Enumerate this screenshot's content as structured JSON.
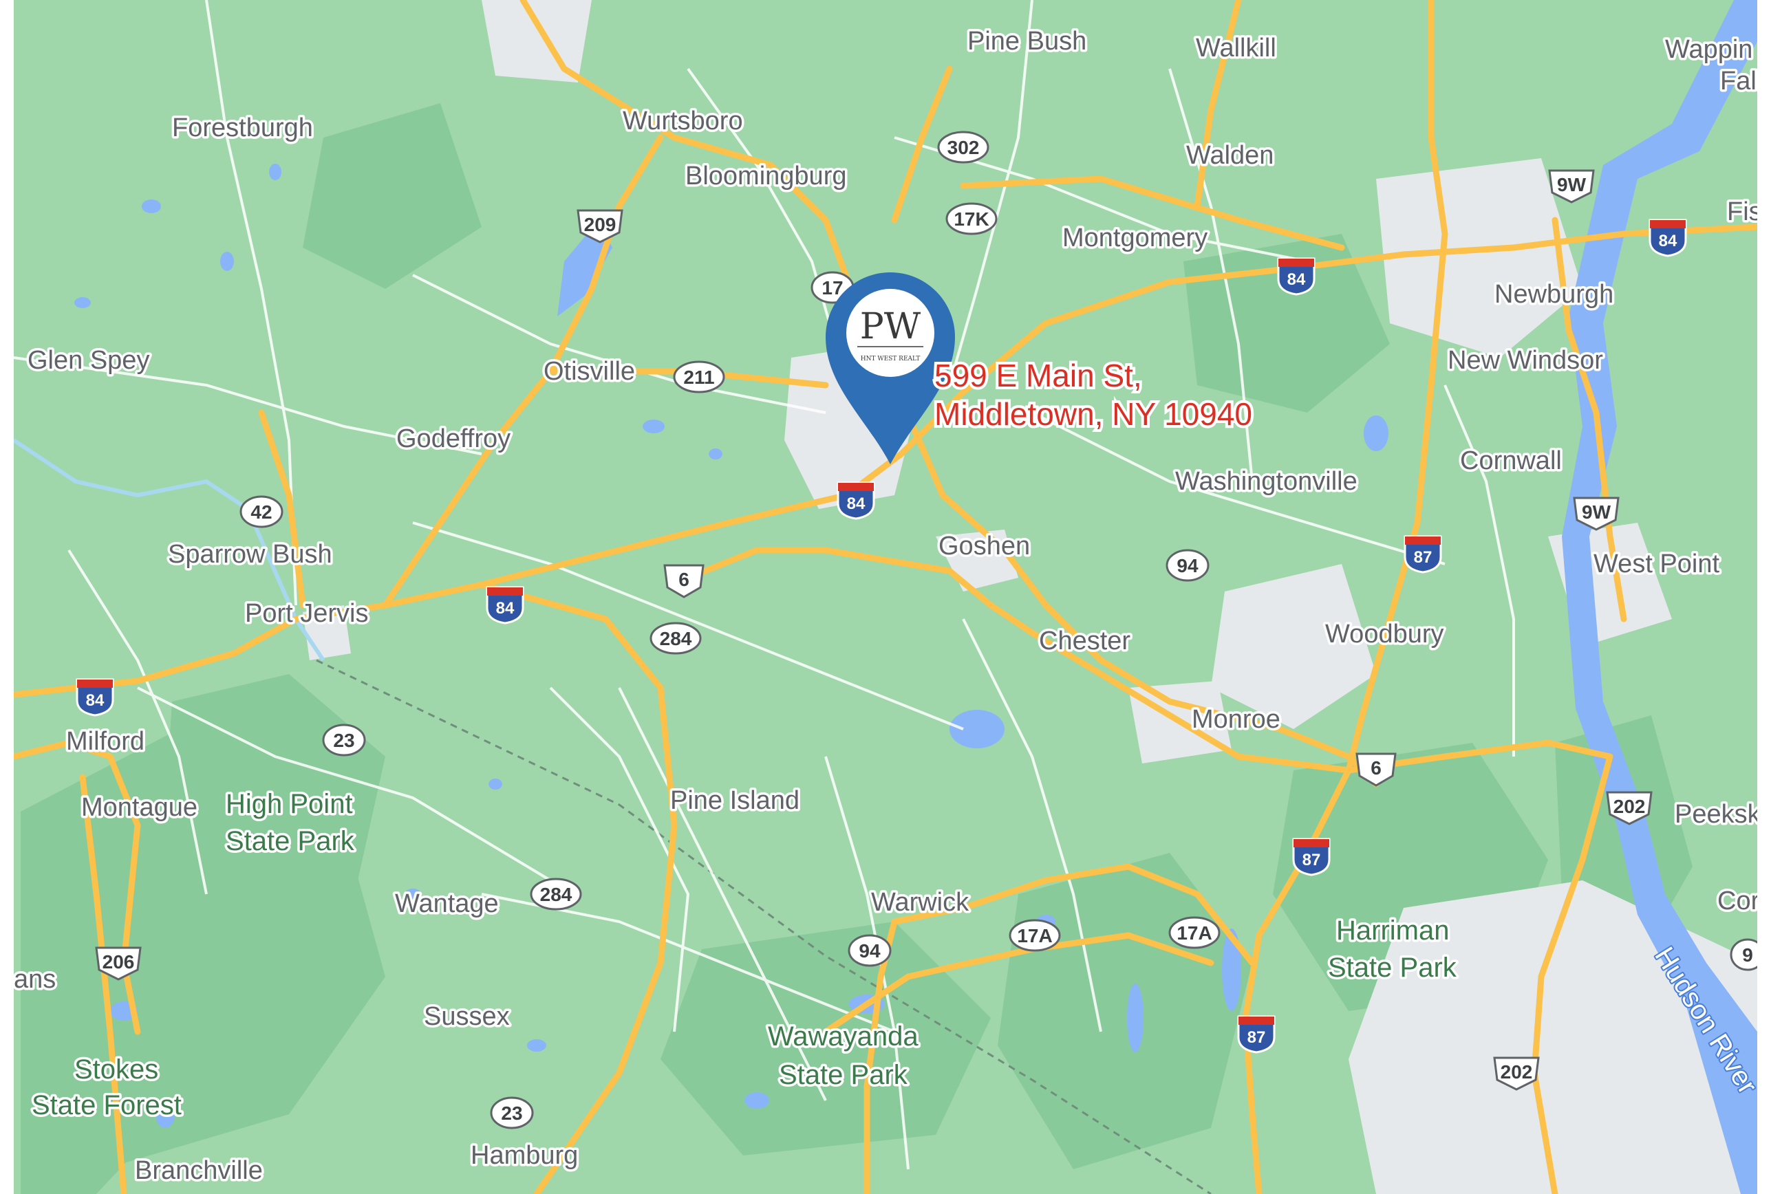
{
  "colors": {
    "land": "#9fd7ab",
    "forest": "#7cc38e",
    "urban": "#e6e9ec",
    "water": "#8ab4f8",
    "highway": "#fbc14a",
    "road": "#ffffff",
    "pin": "#2f6fb6",
    "address": "#d93025"
  },
  "places": [
    {
      "name": "Pine Bush",
      "type": "town"
    },
    {
      "name": "Wallkill",
      "type": "town"
    },
    {
      "name": "Wappin",
      "type": "town"
    },
    {
      "name": "Fall",
      "type": "town"
    },
    {
      "name": "Forestburgh",
      "type": "town"
    },
    {
      "name": "Wurtsboro",
      "type": "town"
    },
    {
      "name": "Bloomingburg",
      "type": "town"
    },
    {
      "name": "Walden",
      "type": "town"
    },
    {
      "name": "Montgomery",
      "type": "town"
    },
    {
      "name": "Fis",
      "type": "town"
    },
    {
      "name": "Newburgh",
      "type": "town"
    },
    {
      "name": "Glen Spey",
      "type": "town"
    },
    {
      "name": "Otisville",
      "type": "town"
    },
    {
      "name": "New Windsor",
      "type": "town"
    },
    {
      "name": "Godeffroy",
      "type": "town"
    },
    {
      "name": "Washingtonville",
      "type": "town"
    },
    {
      "name": "Cornwall",
      "type": "town"
    },
    {
      "name": "Sparrow Bush",
      "type": "town"
    },
    {
      "name": "Goshen",
      "type": "town"
    },
    {
      "name": "West Point",
      "type": "town"
    },
    {
      "name": "Port Jervis",
      "type": "town"
    },
    {
      "name": "Woodbury",
      "type": "town"
    },
    {
      "name": "Chester",
      "type": "town"
    },
    {
      "name": "Monroe",
      "type": "town"
    },
    {
      "name": "Milford",
      "type": "town"
    },
    {
      "name": "Montague",
      "type": "town"
    },
    {
      "name": "High Point",
      "type": "park"
    },
    {
      "name": "State Park",
      "type": "park"
    },
    {
      "name": "Pine Island",
      "type": "town"
    },
    {
      "name": "Peeksk",
      "type": "town"
    },
    {
      "name": "Wantage",
      "type": "town"
    },
    {
      "name": "Warwick",
      "type": "town"
    },
    {
      "name": "Harriman",
      "type": "park"
    },
    {
      "name": "State Park",
      "type": "park"
    },
    {
      "name": "Cor",
      "type": "town"
    },
    {
      "name": "ans",
      "type": "town"
    },
    {
      "name": "Sussex",
      "type": "town"
    },
    {
      "name": "Wawayanda",
      "type": "park"
    },
    {
      "name": "State Park",
      "type": "park"
    },
    {
      "name": "Stokes",
      "type": "park"
    },
    {
      "name": "State Forest",
      "type": "park"
    },
    {
      "name": "Hamburg",
      "type": "town"
    },
    {
      "name": "Branchville",
      "type": "town"
    },
    {
      "name": "Hudson River",
      "type": "water"
    }
  ],
  "routes": [
    {
      "label": "302",
      "kind": "state"
    },
    {
      "label": "17K",
      "kind": "state"
    },
    {
      "label": "9W",
      "kind": "us"
    },
    {
      "label": "84",
      "kind": "interstate"
    },
    {
      "label": "209",
      "kind": "us"
    },
    {
      "label": "17",
      "kind": "state"
    },
    {
      "label": "84",
      "kind": "interstate"
    },
    {
      "label": "211",
      "kind": "state"
    },
    {
      "label": "42",
      "kind": "state"
    },
    {
      "label": "84",
      "kind": "interstate"
    },
    {
      "label": "9W",
      "kind": "us"
    },
    {
      "label": "87",
      "kind": "interstate"
    },
    {
      "label": "94",
      "kind": "state"
    },
    {
      "label": "6",
      "kind": "us"
    },
    {
      "label": "84",
      "kind": "interstate"
    },
    {
      "label": "284",
      "kind": "state"
    },
    {
      "label": "84",
      "kind": "interstate"
    },
    {
      "label": "23",
      "kind": "state"
    },
    {
      "label": "6",
      "kind": "us"
    },
    {
      "label": "202",
      "kind": "us"
    },
    {
      "label": "87",
      "kind": "interstate"
    },
    {
      "label": "284",
      "kind": "state"
    },
    {
      "label": "17A",
      "kind": "state"
    },
    {
      "label": "17A",
      "kind": "state"
    },
    {
      "label": "94",
      "kind": "state"
    },
    {
      "label": "206",
      "kind": "us"
    },
    {
      "label": "9",
      "kind": "state"
    },
    {
      "label": "87",
      "kind": "interstate"
    },
    {
      "label": "202",
      "kind": "us"
    },
    {
      "label": "23",
      "kind": "state"
    }
  ],
  "marker": {
    "logo_text": "PW",
    "logo_subtext": "HNT WEST REALT",
    "address_line1": "599 E Main St,",
    "address_line2": "Middletown, NY 10940"
  }
}
